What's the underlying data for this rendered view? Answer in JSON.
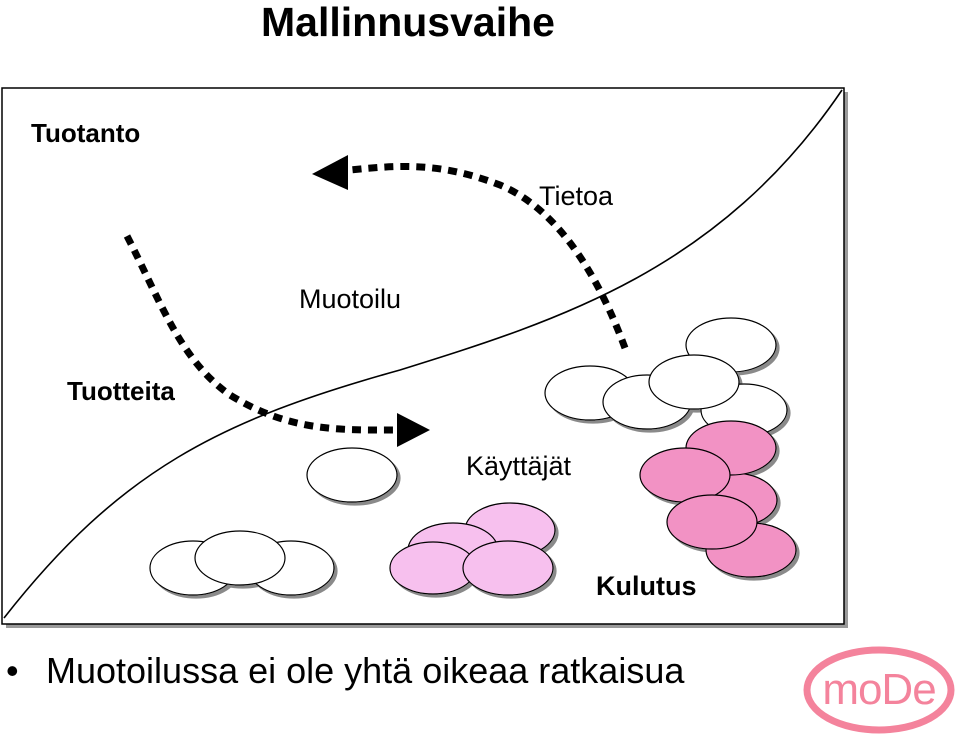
{
  "title": "Mallinnusvaihe",
  "labels": {
    "tuotanto": "Tuotanto",
    "tietoa": "Tietoa",
    "muotoilu": "Muotoilu",
    "tuotteita": "Tuotteita",
    "kayttajat": "Käyttäjät",
    "kulutus": "Kulutus"
  },
  "bullet": {
    "marker": "•",
    "text": "Muotoilussa ei ole yhtä oikeaa ratkaisua"
  },
  "logo": {
    "text": "moDe"
  },
  "colors": {
    "white_ellipse": "#ffffff",
    "light_pink_ellipse": "#f7c0ee",
    "pink_ellipse": "#f292c4",
    "logo_pink": "#f4839c",
    "shadow": "#8a8a8a"
  }
}
